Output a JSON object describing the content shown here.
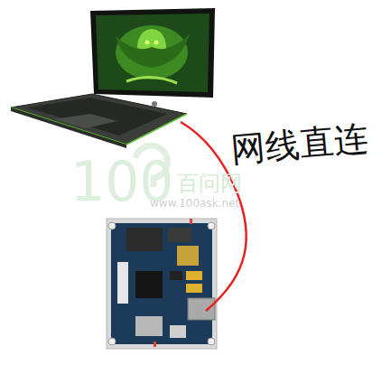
{
  "diagram": {
    "labels": [
      "网线直连",
      "100",
      "百问网",
      "www.100ask.net"
    ]
  }
}
